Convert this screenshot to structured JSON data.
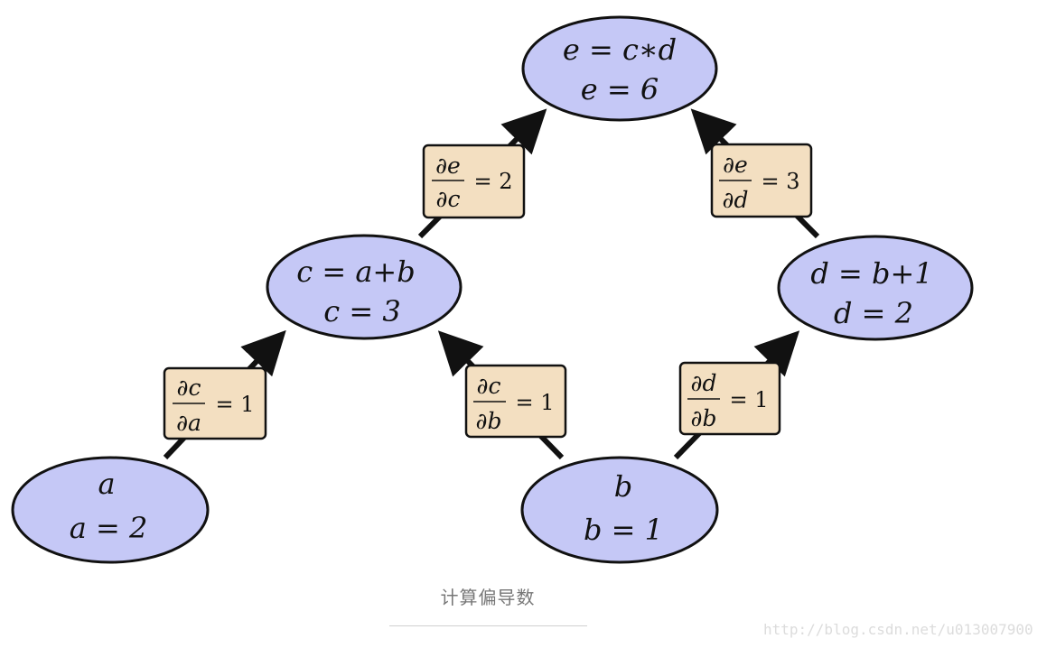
{
  "nodes": {
    "e": {
      "formula": "e = c∗d",
      "value": "e = 6"
    },
    "c": {
      "formula": "c = a+b",
      "value": "c = 3"
    },
    "d": {
      "formula": "d = b+1",
      "value": "d = 2"
    },
    "a": {
      "formula": "a",
      "value": "a = 2"
    },
    "b": {
      "formula": "b",
      "value": "b = 1"
    }
  },
  "edges": {
    "de_dc": {
      "numerator": "∂e",
      "denominator": "∂c",
      "result": "= 2"
    },
    "de_dd": {
      "numerator": "∂e",
      "denominator": "∂d",
      "result": "= 3"
    },
    "dc_da": {
      "numerator": "∂c",
      "denominator": "∂a",
      "result": "= 1"
    },
    "dc_db": {
      "numerator": "∂c",
      "denominator": "∂b",
      "result": "= 1"
    },
    "dd_db": {
      "numerator": "∂d",
      "denominator": "∂b",
      "result": "= 1"
    }
  },
  "caption": "计算偏导数",
  "watermark": "http://blog.csdn.net/u013007900"
}
